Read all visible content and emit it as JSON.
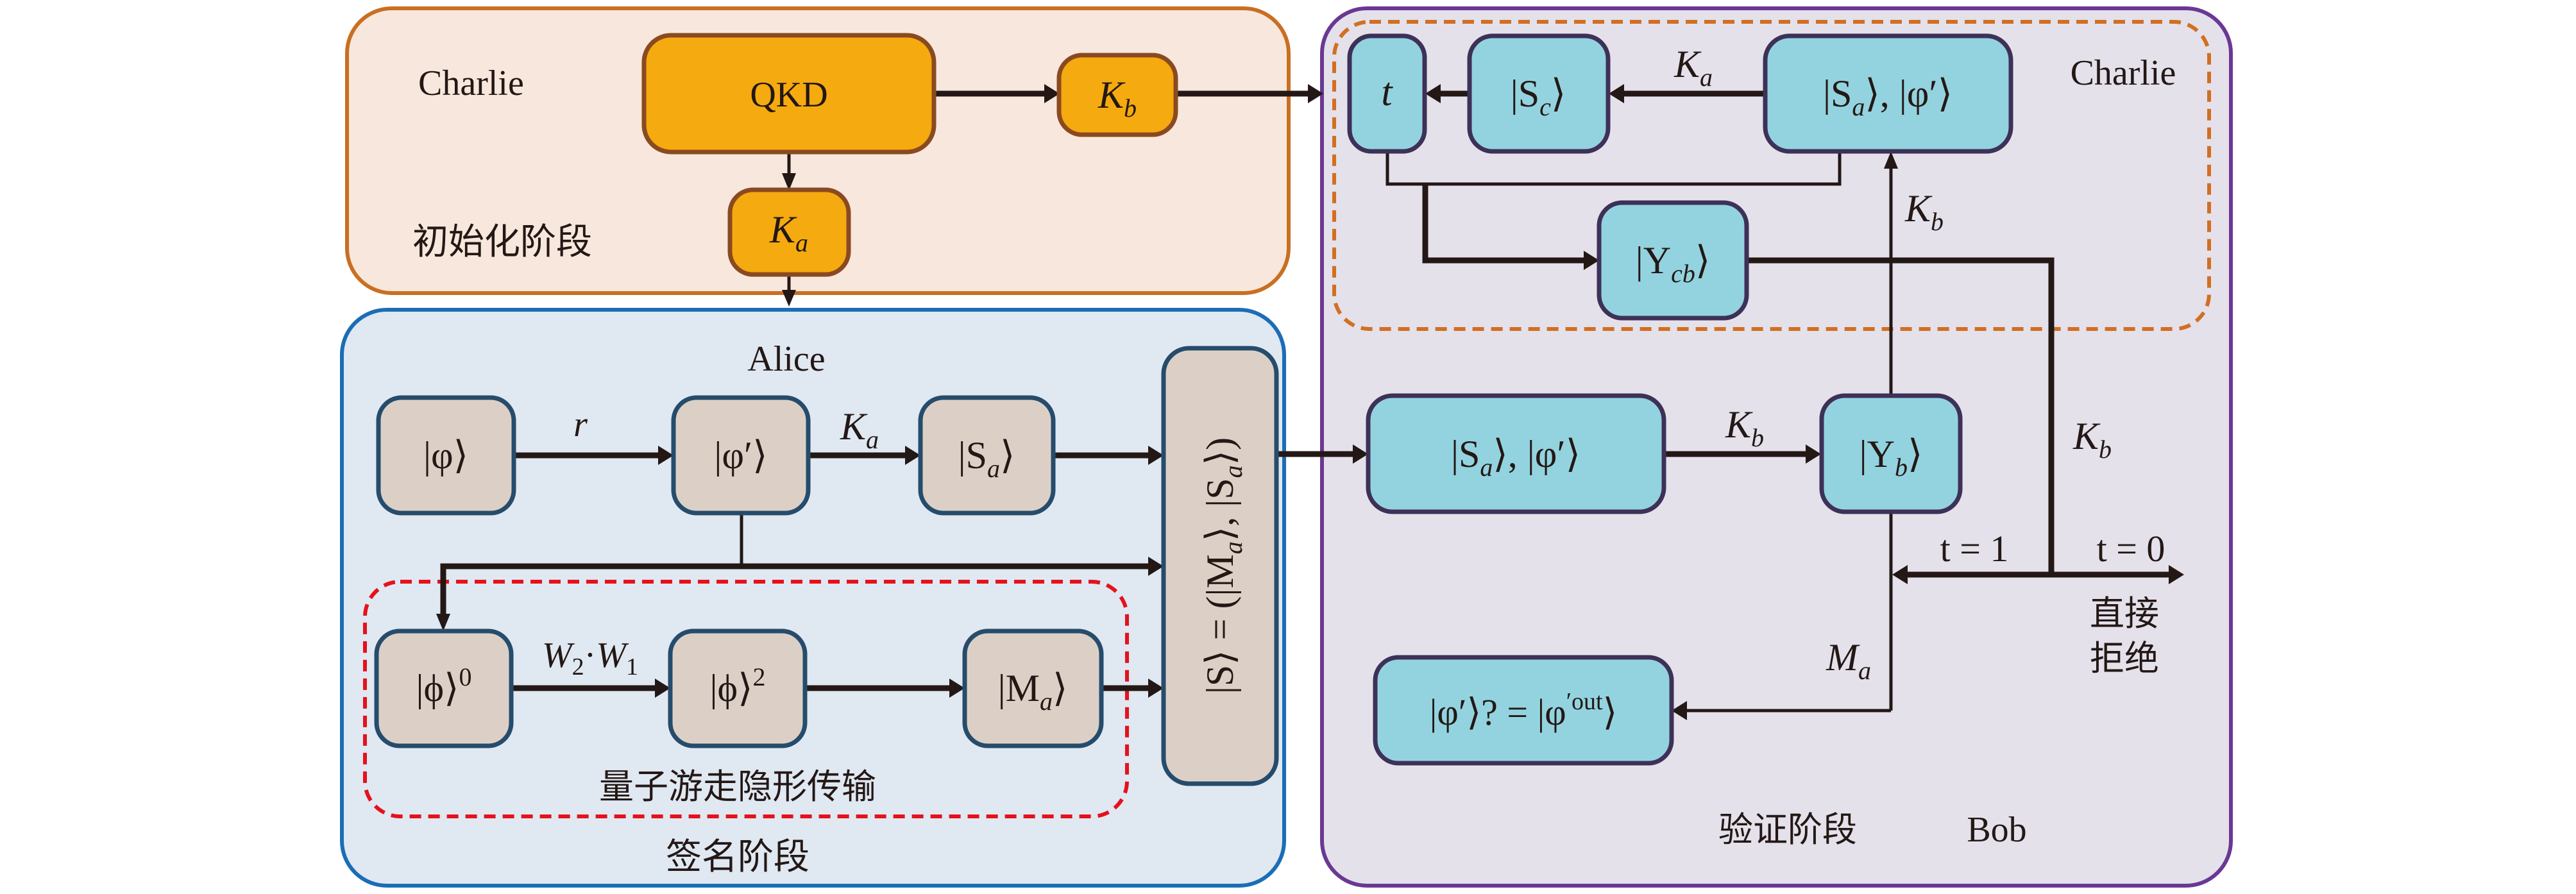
{
  "colors": {
    "init_frame_stroke": "#C96F22",
    "init_frame_fill": "#F8E7DC",
    "alice_frame_stroke": "#1B6DB5",
    "alice_frame_fill": "#E0E8F2",
    "bob_frame_stroke": "#6A3894",
    "bob_frame_fill": "#E4E1EB",
    "charlie_dash_stroke": "#D26F22",
    "walk_dash_stroke": "#E5121B",
    "orange_box_fill": "#F5AA0F",
    "orange_box_stroke": "#8A4A21",
    "beige_box_fill": "#DCD0C6",
    "beige_box_stroke": "#264C6C",
    "teal_box_fill": "#93D3DF",
    "teal_box_stroke": "#3E3158",
    "ink": "#231815"
  },
  "init_phase": {
    "party": "Charlie",
    "phase_label": "初始化阶段",
    "qkd_box": "QKD",
    "kb_box": {
      "main": "K",
      "sub": "b"
    },
    "ka_box": {
      "main": "K",
      "sub": "a"
    }
  },
  "sign_phase": {
    "party": "Alice",
    "phase_label": "签名阶段",
    "walk_label": "量子游走隐形传输",
    "boxes": {
      "phi": "|φ⟩",
      "phi_prime": "|φ′⟩",
      "sa": {
        "pre": "|S",
        "sub": "a",
        "post": "⟩"
      },
      "phi0": {
        "pre": "|ϕ⟩",
        "sup": "0"
      },
      "phi2": {
        "pre": "|ϕ⟩",
        "sup": "2"
      },
      "ma": {
        "pre": "|M",
        "sub": "a",
        "post": "⟩"
      },
      "signature": {
        "pre": "|S⟩ = (|M",
        "sub1": "a",
        "mid": "⟩, |S",
        "sub2": "a",
        "post": "⟩)"
      }
    },
    "edge_labels": {
      "r": "r",
      "ka": {
        "main": "K",
        "sub": "a"
      },
      "w": {
        "w2": "W",
        "s2": "2",
        "dot": "·",
        "w1": "W",
        "s1": "1"
      }
    }
  },
  "verify_phase": {
    "party": "Bob",
    "phase_label": "验证阶段",
    "charlie_label": "Charlie",
    "boxes": {
      "t": "t",
      "sc": {
        "pre": "|S",
        "sub": "c",
        "post": "⟩"
      },
      "sa_phi_top": {
        "pre": "|S",
        "sub": "a",
        "post": "⟩, |φ′⟩"
      },
      "ycb": {
        "pre": "|Y",
        "sub": "cb",
        "post": "⟩"
      },
      "sa_phi_mid": {
        "pre": "|S",
        "sub": "a",
        "post": "⟩, |φ′⟩"
      },
      "yb": {
        "pre": "|Y",
        "sub": "b",
        "post": "⟩"
      },
      "compare": {
        "pre": "|φ′⟩? = |φ",
        "sup": "′out",
        "post": "⟩"
      }
    },
    "edge_labels": {
      "ka_top": {
        "main": "K",
        "sub": "a"
      },
      "kb_vertical": {
        "main": "K",
        "sub": "b"
      },
      "kb_mid": {
        "main": "K",
        "sub": "b"
      },
      "kb_right": {
        "main": "K",
        "sub": "b"
      },
      "ma": {
        "main": "M",
        "sub": "a"
      },
      "t1": "t = 1",
      "t0": "t = 0",
      "reject_line1": "直接",
      "reject_line2": "拒绝"
    }
  }
}
